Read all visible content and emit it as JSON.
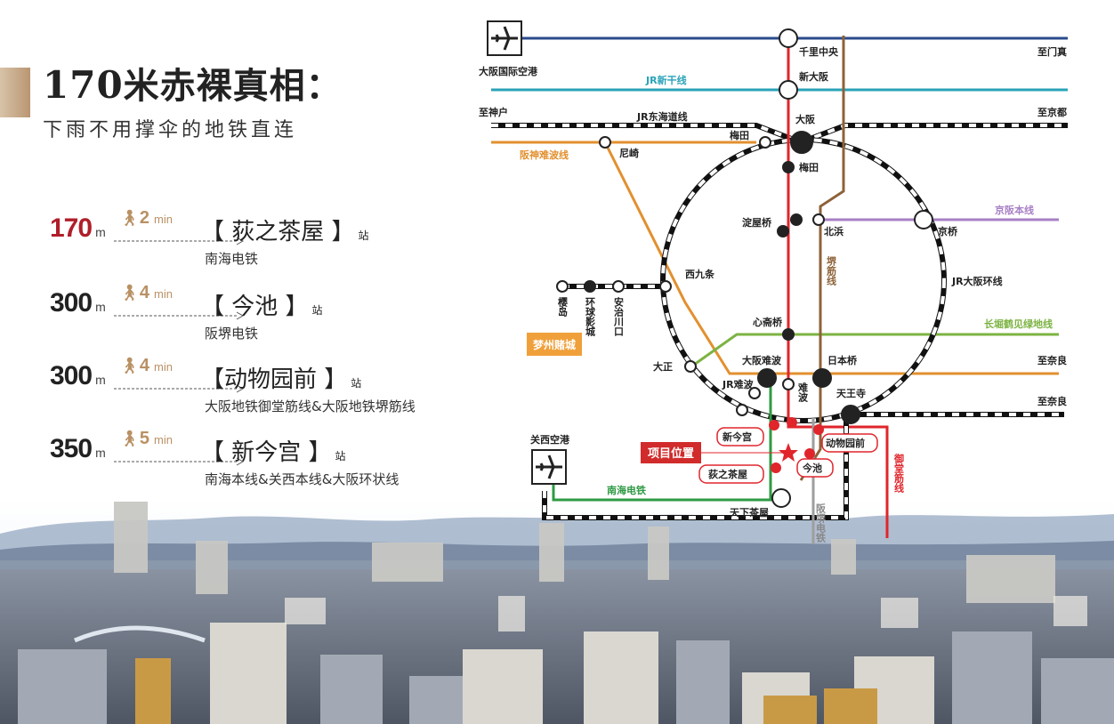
{
  "headline": {
    "title_num": "170",
    "title_rest": "米赤裸真相：",
    "subtitle": "下雨不用撑伞的地铁直连"
  },
  "stations": [
    {
      "distance": "170",
      "unit": "m",
      "walk_minutes": "2",
      "min_label": "min",
      "name": "【 荻之茶屋 】",
      "suffix": "站",
      "lines": "南海电铁",
      "highlight": true
    },
    {
      "distance": "300",
      "unit": "m",
      "walk_minutes": "4",
      "min_label": "min",
      "name": "【 今池 】",
      "suffix": "站",
      "lines": "阪堺电铁",
      "highlight": false
    },
    {
      "distance": "300",
      "unit": "m",
      "walk_minutes": "4",
      "min_label": "min",
      "name": "【动物园前 】",
      "suffix": "站",
      "lines": "大阪地铁御堂筋线&大阪地铁堺筋线",
      "highlight": false
    },
    {
      "distance": "350",
      "unit": "m",
      "walk_minutes": "5",
      "min_label": "min",
      "name": "【 新今宫 】",
      "suffix": "站",
      "lines": "南海本线&关西本线&大阪环状线",
      "highlight": false
    }
  ],
  "map": {
    "labels": {
      "itami_airport": "大阪国际空港",
      "kansai_airport": "关西空港",
      "to_kadoma": "至门真",
      "to_kobe": "至神户",
      "to_kyoto": "至京都",
      "to_nara_1": "至奈良",
      "to_nara_2": "至奈良",
      "shinkansen": "JR新干线",
      "jr_tokaido": "JR东海道线",
      "hanshin_namba": "阪神难波线",
      "keihan": "京阪本线",
      "jr_loop": "JR大阪环线",
      "nagahori": "长堀鹤见绿地线",
      "sakaisuji": "堺筋线",
      "midosuji": "御堂筋线",
      "nankai": "南海电铁",
      "hankai": "阪堺电铁",
      "senri_chuo": "千里中央",
      "shin_osaka": "新大阪",
      "osaka": "大阪",
      "umeda_jr": "梅田",
      "umeda": "梅田",
      "amagasaki": "尼崎",
      "yodoyabashi": "淀屋桥",
      "kitahama": "北浜",
      "kyobashi": "京桥",
      "nishikujo": "西九条",
      "sakurajima": "樱岛",
      "universal": "环球影城",
      "ajikawaguchi": "安治川口",
      "usj_badge": "梦州赌城",
      "shinsaibashi": "心斋桥",
      "taisho": "大正",
      "osaka_namba": "大阪难波",
      "nipponbashi": "日本桥",
      "jr_namba": "JR难波",
      "namba": "难波",
      "tennoji": "天王寺",
      "shin_imamiya": "新今宫",
      "dobutsuen": "动物园前",
      "project": "项目位置",
      "hagi_chaya": "荻之茶屋",
      "imaike": "今池",
      "tengachaya": "天下茶屋"
    },
    "colors": {
      "blue_line": "#2b4a8c",
      "shinkansen": "#2aa3b8",
      "orange_line": "#e2902f",
      "keihan": "#a77fc4",
      "nagahori": "#7cb342",
      "sakaisuji": "#8d6239",
      "midosuji": "#e0252b",
      "nankai": "#2e9a43",
      "hankai": "#9e9e9e",
      "accent_red": "#b01e2a",
      "walk_gold": "#b99164"
    }
  }
}
